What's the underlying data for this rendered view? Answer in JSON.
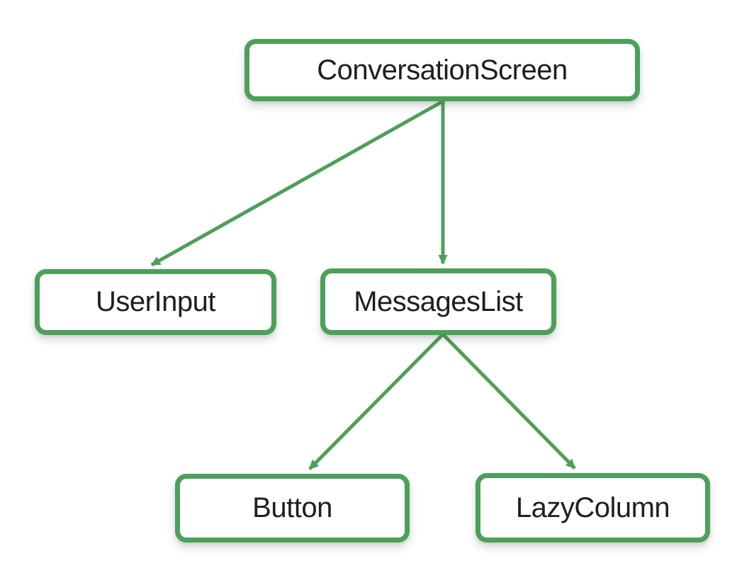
{
  "diagram": {
    "type": "component-tree",
    "nodes": [
      {
        "id": "conversation-screen",
        "label": "ConversationScreen"
      },
      {
        "id": "user-input",
        "label": "UserInput"
      },
      {
        "id": "messages-list",
        "label": "MessagesList"
      },
      {
        "id": "button",
        "label": "Button"
      },
      {
        "id": "lazy-column",
        "label": "LazyColumn"
      }
    ],
    "edges": [
      {
        "from": "ConversationScreen",
        "to": "UserInput"
      },
      {
        "from": "ConversationScreen",
        "to": "MessagesList"
      },
      {
        "from": "MessagesList",
        "to": "Button"
      },
      {
        "from": "MessagesList",
        "to": "LazyColumn"
      }
    ],
    "colors": {
      "accent_green": "#4CA05A",
      "node_fill": "#FFFFFF",
      "text": "#1E1E1E"
    }
  }
}
